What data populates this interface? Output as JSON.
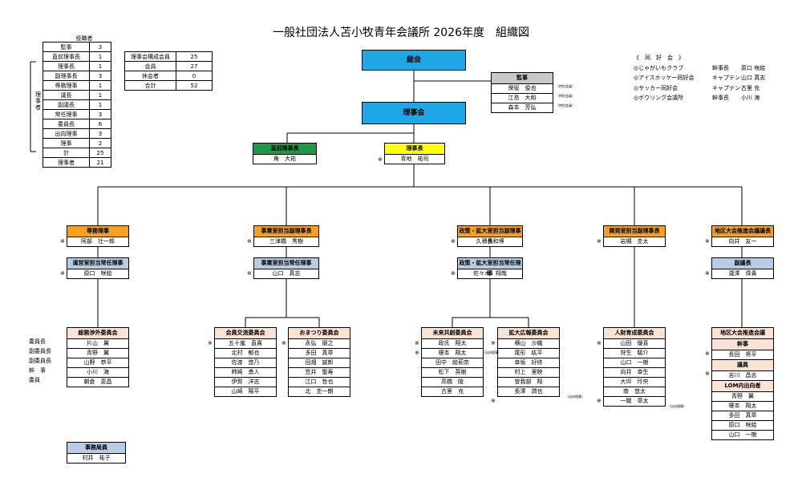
{
  "title": "一般社団法人苫小牧青年会議所 2026年度　組織図",
  "colors": {
    "blue": "#1ea7e6",
    "green": "#1d9a47",
    "yellow": "#ffff00",
    "orange": "#f7a11a",
    "lightblue": "#b8cce4",
    "peach": "#fbe3d4",
    "gray": "#c8c8c8"
  },
  "officer_table": {
    "header": "役職者",
    "group_label": "理事者",
    "rows": [
      {
        "label": "監事",
        "value": "3"
      },
      {
        "label": "直前理事長",
        "value": "1"
      },
      {
        "label": "理事長",
        "value": "1"
      },
      {
        "label": "副理事長",
        "value": "3"
      },
      {
        "label": "専務理事",
        "value": "1"
      },
      {
        "label": "議長",
        "value": "1"
      },
      {
        "label": "副議長",
        "value": "1"
      },
      {
        "label": "常任理事",
        "value": "3"
      },
      {
        "label": "委員長",
        "value": "6"
      },
      {
        "label": "出向理事",
        "value": "3"
      },
      {
        "label": "理事",
        "value": "2"
      },
      {
        "label": "計",
        "value": "25"
      },
      {
        "label": "理事者",
        "value": "21"
      }
    ]
  },
  "member_table": {
    "rows": [
      {
        "label": "理事会構成会員",
        "value": "25"
      },
      {
        "label": "会員",
        "value": "27"
      },
      {
        "label": "休会者",
        "value": "0"
      },
      {
        "label": "合計",
        "value": "52"
      }
    ]
  },
  "soukai": "総会",
  "rijikai": "理事会",
  "kanji": {
    "header": "監事",
    "members": [
      "保坂　俊也",
      "江島　大和",
      "森本　芳弘"
    ],
    "note": "（特別会員）"
  },
  "doukoukai": {
    "header": "《　同　好　会　》",
    "rows": [
      {
        "name": "◎じゃがいもクラブ",
        "role": "幹事長",
        "person": "原口 咲絵"
      },
      {
        "name": "◎アイスホッケー同好会",
        "role": "キャプテン",
        "person": "山口 真志"
      },
      {
        "name": "◎サッカー同好会",
        "role": "キャプテン",
        "person": "古里 充"
      },
      {
        "name": "◎ボウリング会議所",
        "role": "幹事長",
        "person": "小川 海"
      }
    ]
  },
  "chokuzen": {
    "title": "直前理事長",
    "name": "角　大祐"
  },
  "rijicho": {
    "title": "理事長",
    "name": "青地　祐司"
  },
  "vice_row": [
    {
      "title": "専務理事",
      "name": "阿部　壮一郎"
    },
    {
      "title": "事業室担当副理事長",
      "name": "三津橋　秀樹"
    },
    {
      "title": "政策・拡大室担当副理事長",
      "name": "久積　和博"
    },
    {
      "title": "開発室担当副理事長",
      "name": "岩槻　圭太"
    },
    {
      "title": "地区大会推進会議議長",
      "name": "向井　友一"
    }
  ],
  "managing_row": [
    {
      "title": "運営室担当常任理事",
      "name": "原口　咲絵"
    },
    {
      "title": "事業室担当常任理事",
      "name": "山口　真志"
    },
    {
      "title": "政策・拡大室担当常任理事",
      "name": "佐々木　翔哉"
    },
    {
      "title": "副議長",
      "name": "瀧澤　偉貴"
    }
  ],
  "committees": [
    {
      "title": "総務渉外委員会",
      "members": [
        "片山　翼",
        "青野　翼",
        "山野　恭平",
        "小川　海",
        "朝倉　恵昌"
      ]
    },
    {
      "title": "会員交流委員会",
      "members": [
        "五十嵐　直貴",
        "北村　郁也",
        "佐渡　悠乃",
        "柿崎　勇人",
        "伊賀　洋志",
        "山崎　陽平"
      ]
    },
    {
      "title": "おまつり委員会",
      "members": [
        "永弘　朋之",
        "多田　真章",
        "田畑　誠郎",
        "笠井　聖寿",
        "江口　哲也",
        "北　圭一朗"
      ]
    },
    {
      "title": "未来共創委員会",
      "members": [
        "政氏　翔太",
        "榎本　翔太",
        "田中　絵莉奈",
        "松下　英樹",
        "高橋　陵",
        "古里　充"
      ]
    },
    {
      "title": "拡大広報委員会",
      "members": [
        "横山　沙織",
        "尾形　紘平",
        "幸坂　好修",
        "村上　里映",
        "曽我部　翔",
        "長澤　潤也"
      ]
    },
    {
      "title": "人財育成委員会",
      "members": [
        "山田　優喜",
        "狩生　駿介",
        "山口　一樹",
        "向井　幸生",
        "大坪　玲央",
        "南　悠太",
        "一關　章太"
      ]
    }
  ],
  "committee_roles": [
    "委員長",
    "副委員長",
    "副委員長",
    "幹　事",
    "委員"
  ],
  "secondment_note": "（出向理事）",
  "chiku": {
    "title": "地区大会推進会議",
    "kanji_label": "幹事",
    "kanji_name": "長田　将平",
    "giin_label": "議員",
    "giin_name": "吉川　昌志",
    "lom_label": "LOM内出向者",
    "lom_members": [
      "青野　翼",
      "榎本　翔太",
      "多田　真章",
      "原口　咲絵",
      "山口　一樹"
    ]
  },
  "jimukyoku": {
    "title": "事務局員",
    "name": "村井　祐子"
  },
  "star": "※"
}
